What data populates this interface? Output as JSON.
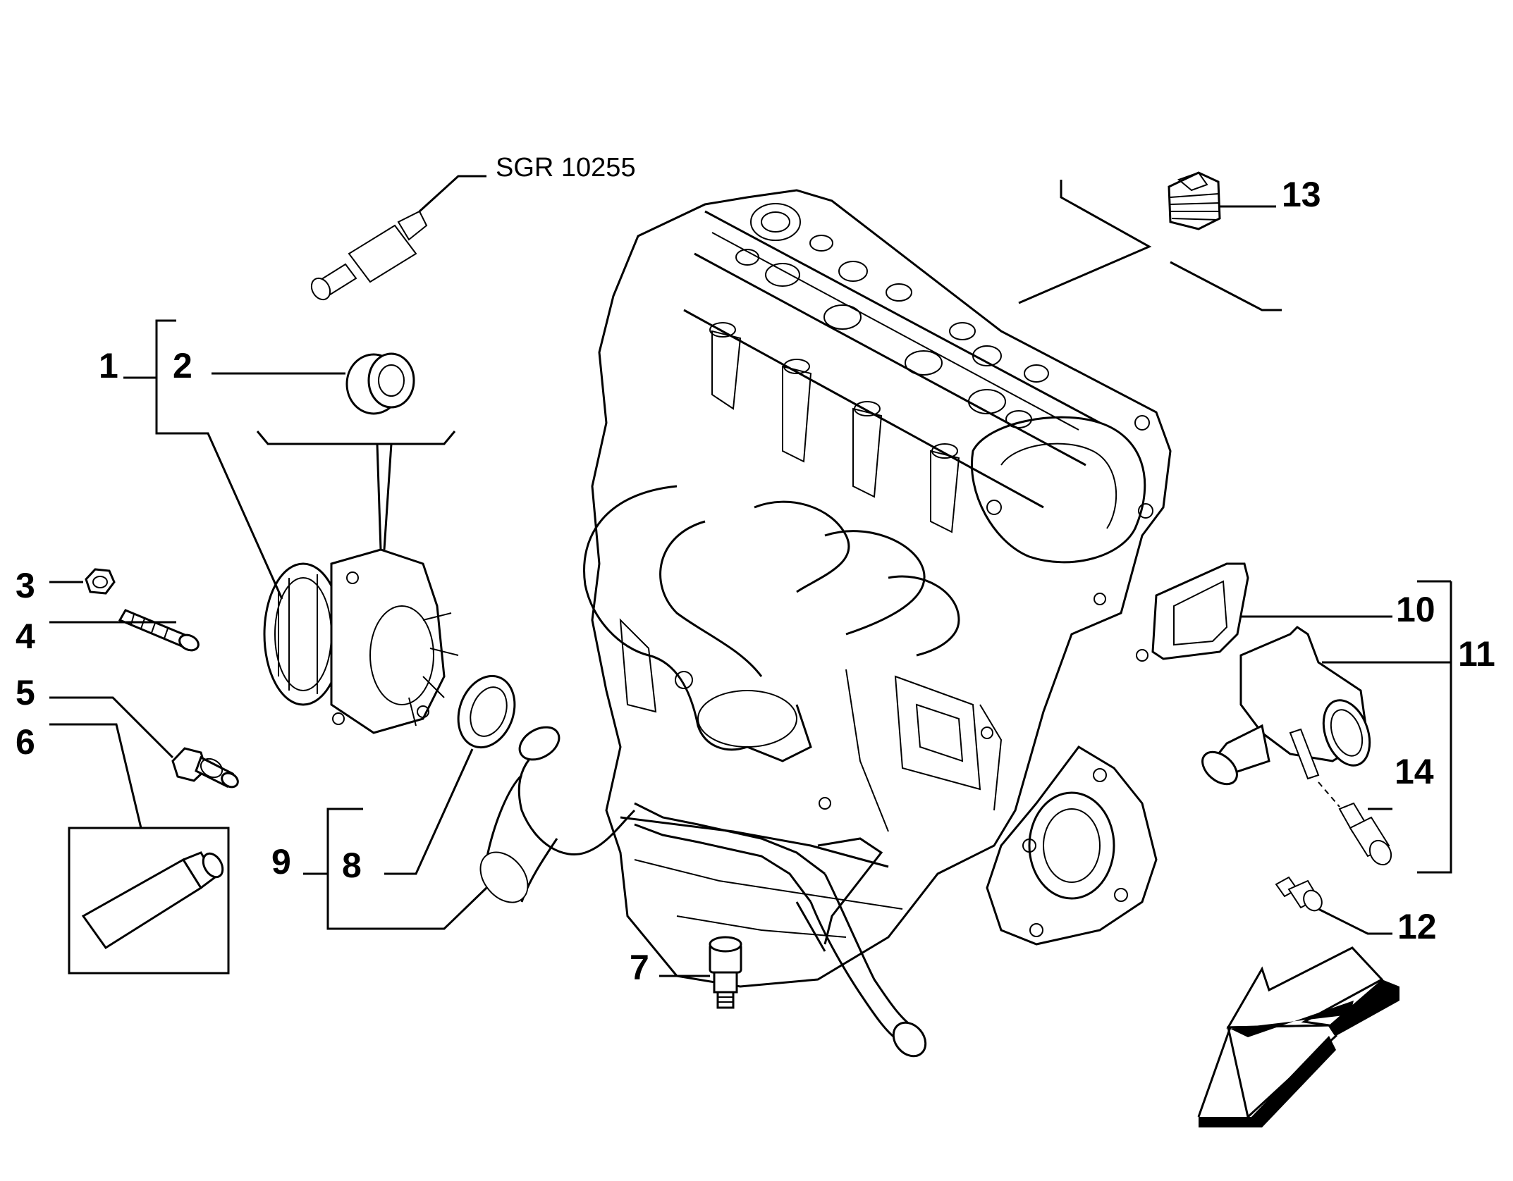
{
  "diagram": {
    "reference_code": "SGR 10255",
    "callouts": [
      "1",
      "2",
      "3",
      "4",
      "5",
      "6",
      "7",
      "8",
      "9",
      "10",
      "11",
      "12",
      "13",
      "14"
    ]
  }
}
